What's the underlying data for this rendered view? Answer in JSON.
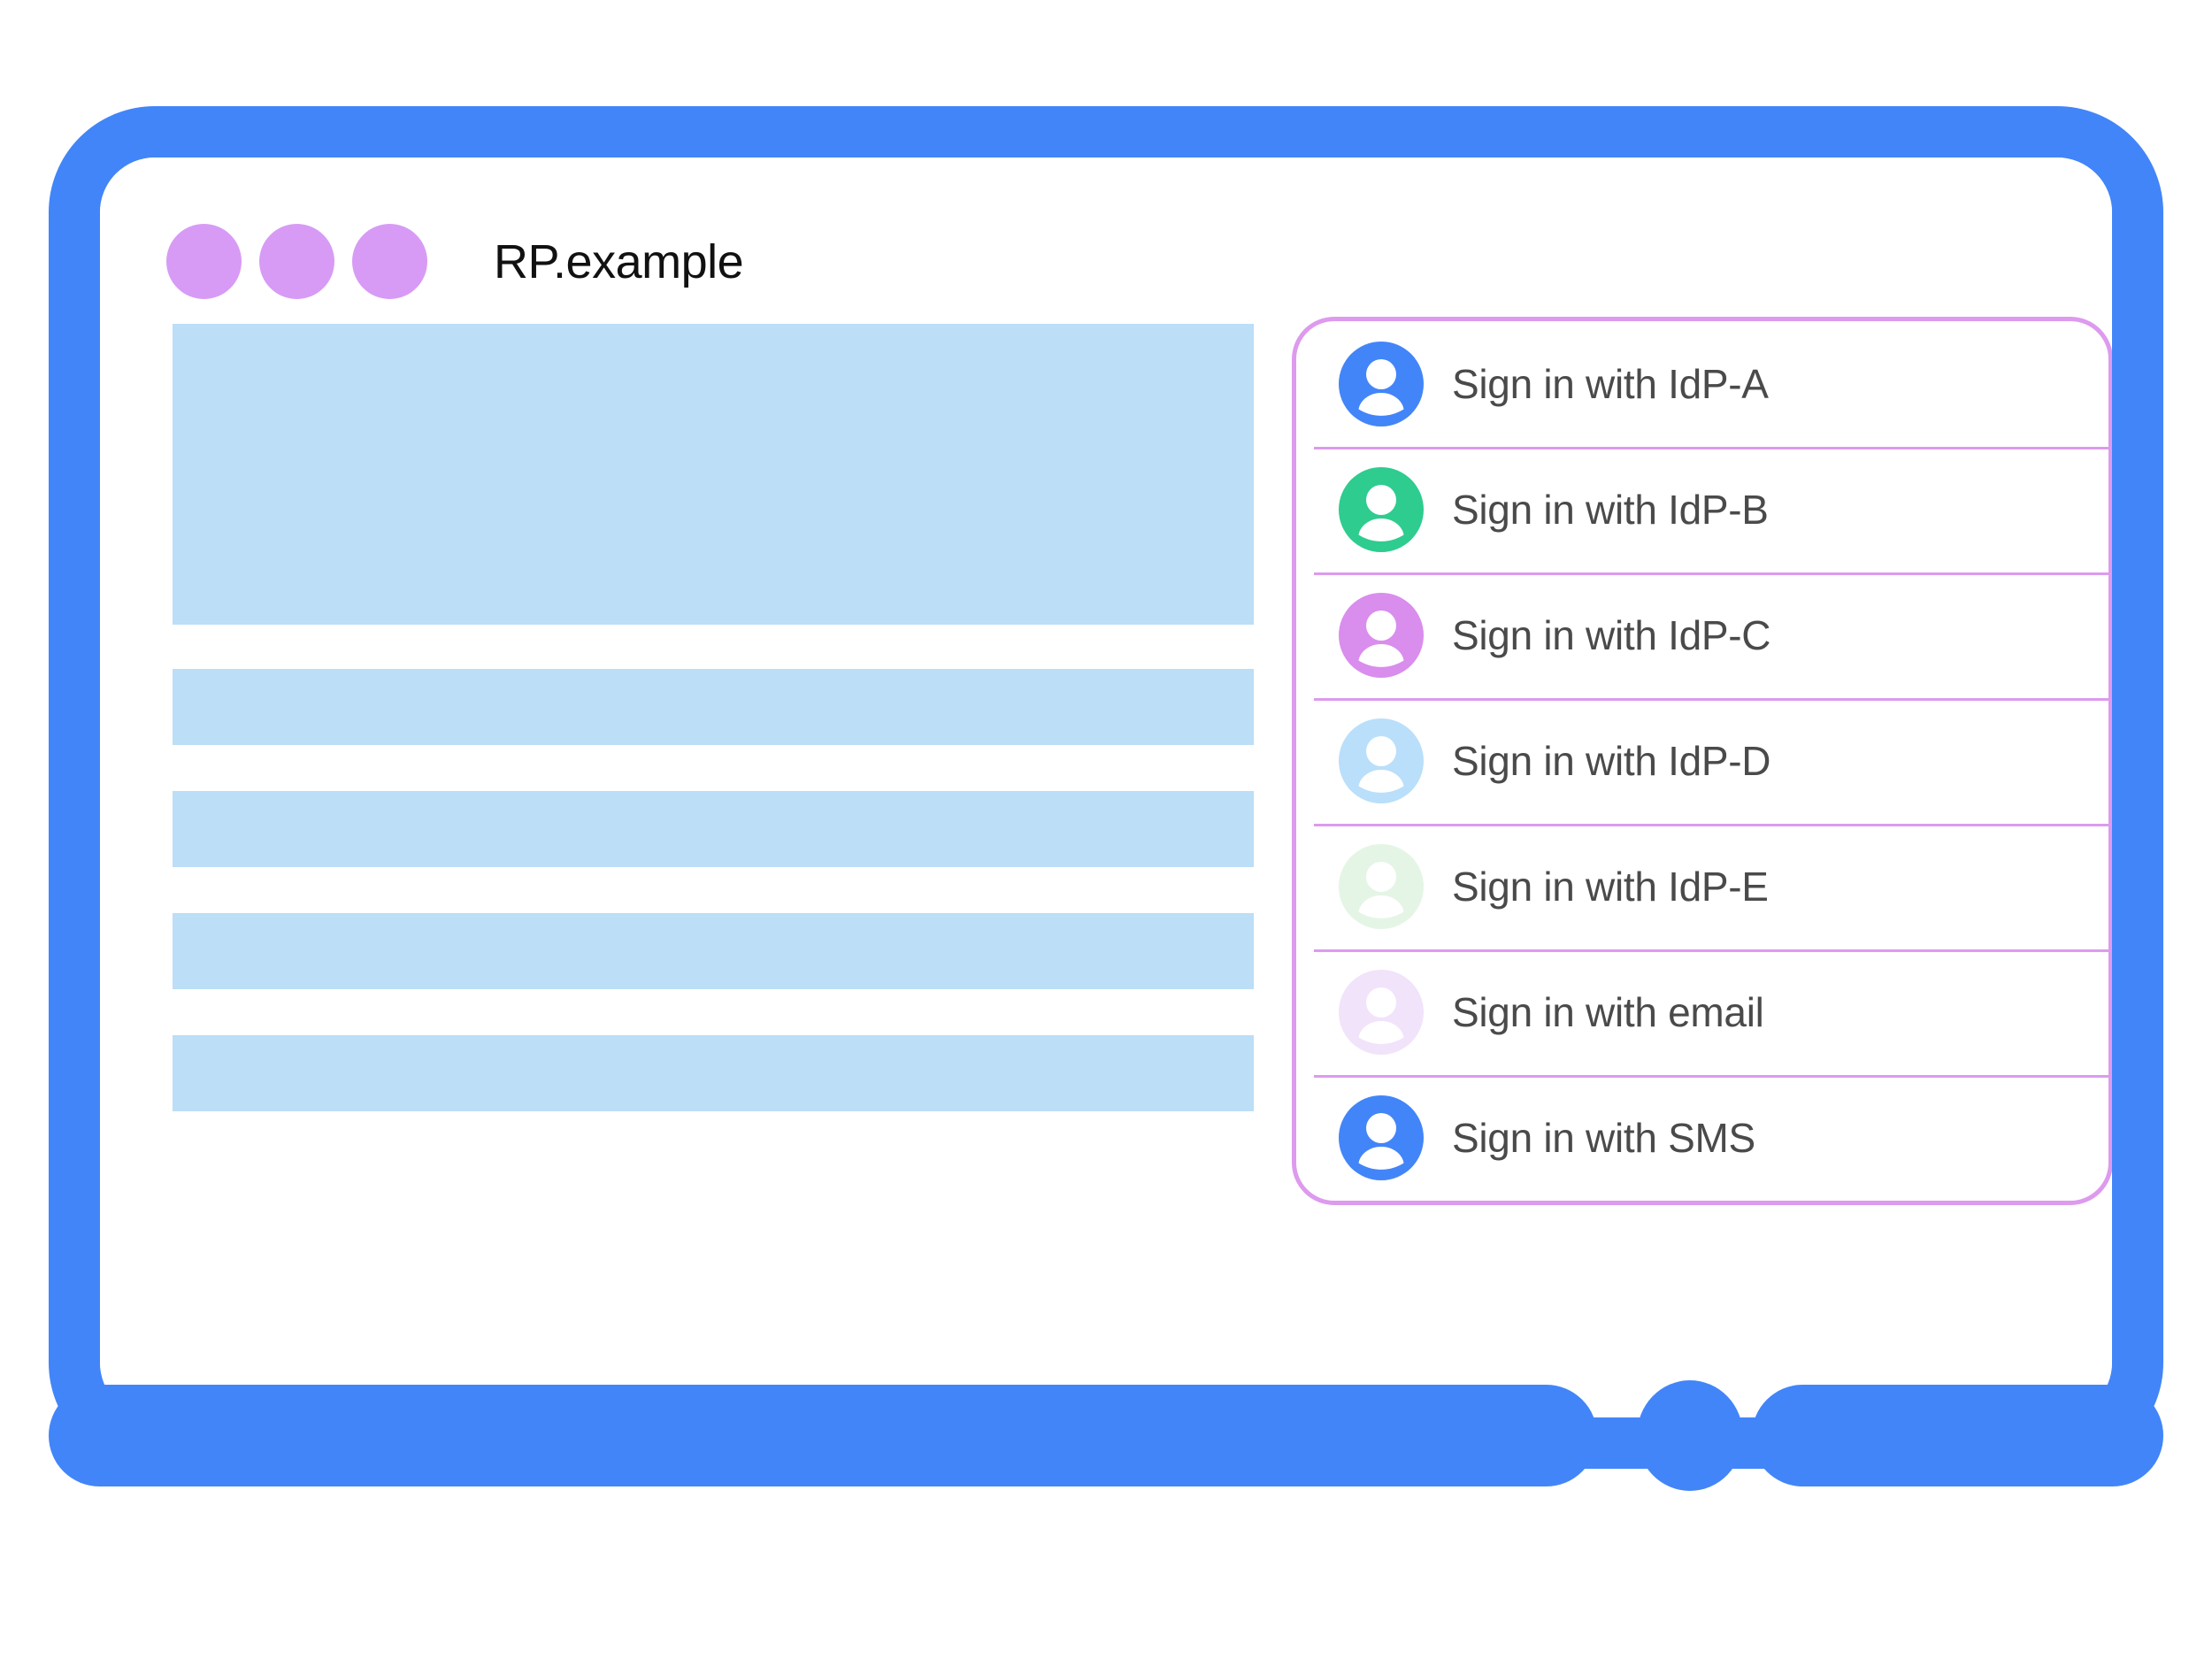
{
  "window": {
    "title": "RP.example",
    "dot_count": 3,
    "dot_color": "#d79bf5",
    "frame_color": "#4285f8",
    "screen_background": "#ffffff"
  },
  "content": {
    "placeholder_color": "#bcdef7",
    "blocks": [
      {
        "kind": "hero"
      },
      {
        "kind": "bar"
      },
      {
        "kind": "bar"
      },
      {
        "kind": "bar"
      },
      {
        "kind": "bar"
      }
    ]
  },
  "signin_panel": {
    "border_color": "#dd9aee",
    "divider_color": "#dd9aee",
    "label_color": "#4a4a4a",
    "options": [
      {
        "label": "Sign in with IdP-A",
        "avatar_color": "#4285f8",
        "icon": "person-avatar-icon"
      },
      {
        "label": "Sign in with IdP-B",
        "avatar_color": "#2ecc8f",
        "icon": "person-avatar-icon"
      },
      {
        "label": "Sign in with IdP-C",
        "avatar_color": "#d98ded",
        "icon": "person-avatar-icon"
      },
      {
        "label": "Sign in with IdP-D",
        "avatar_color": "#b9dffa",
        "icon": "person-avatar-icon"
      },
      {
        "label": "Sign in with IdP-E",
        "avatar_color": "#e4f5e6",
        "icon": "person-avatar-icon"
      },
      {
        "label": "Sign in with email",
        "avatar_color": "#f1e3fa",
        "icon": "person-avatar-icon"
      },
      {
        "label": "Sign in with SMS",
        "avatar_color": "#4285f8",
        "icon": "person-avatar-icon"
      }
    ]
  },
  "device": {
    "home_button": "home-button"
  }
}
